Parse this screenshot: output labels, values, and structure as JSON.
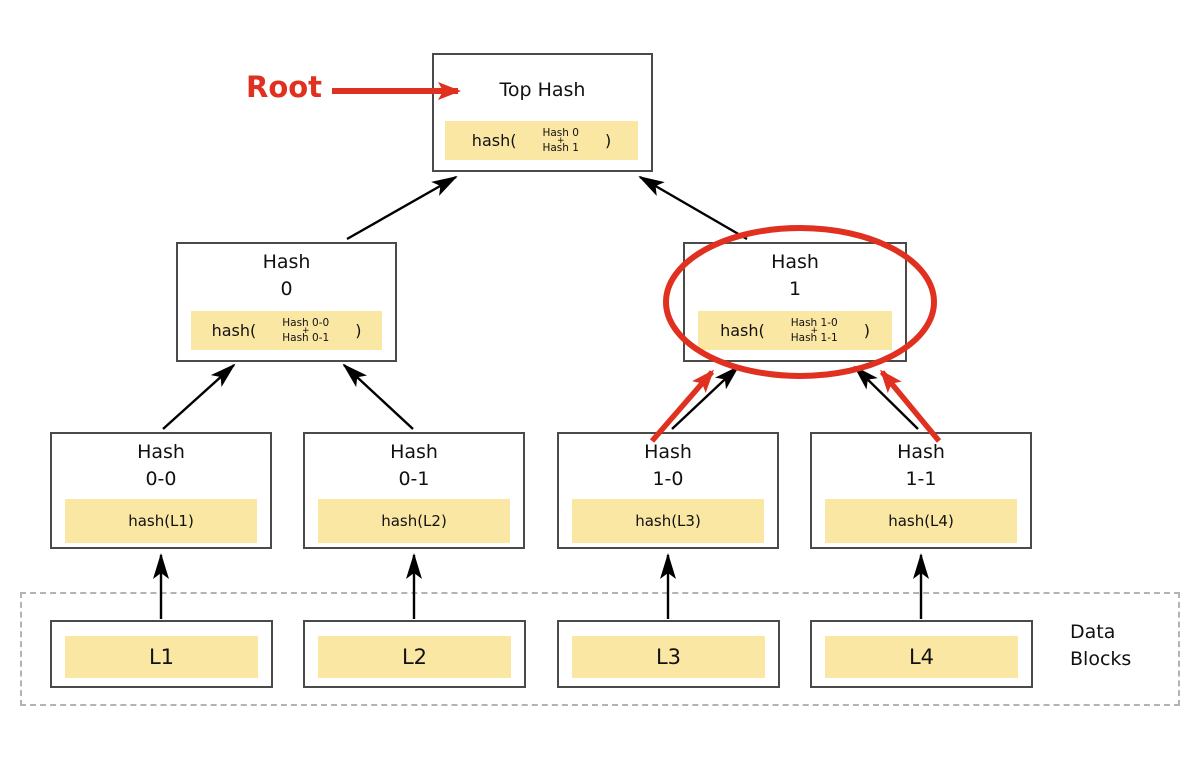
{
  "palette": {
    "accent_red": "#e03020",
    "highlight_yellow": "#fbe7a4",
    "box_border": "#4a4a4a",
    "dashed_border": "#b3b3b3"
  },
  "annotations": {
    "root_label": "Root",
    "data_blocks_label_line1": "Data",
    "data_blocks_label_line2": "Blocks"
  },
  "tree": {
    "top": {
      "title": "Top Hash",
      "fn": "hash(",
      "operand_top": "Hash 0",
      "operator": "+",
      "operand_bottom": "Hash 1",
      "close": ")"
    },
    "internal": [
      {
        "title_line1": "Hash",
        "title_line2": "0",
        "fn": "hash(",
        "operand_top": "Hash 0-0",
        "operator": "+",
        "operand_bottom": "Hash 0-1",
        "close": ")"
      },
      {
        "title_line1": "Hash",
        "title_line2": "1",
        "fn": "hash(",
        "operand_top": "Hash 1-0",
        "operator": "+",
        "operand_bottom": "Hash 1-1",
        "close": ")"
      }
    ],
    "leaves": [
      {
        "title_line1": "Hash",
        "title_line2": "0-0",
        "hash_label": "hash(L1)"
      },
      {
        "title_line1": "Hash",
        "title_line2": "0-1",
        "hash_label": "hash(L2)"
      },
      {
        "title_line1": "Hash",
        "title_line2": "1-0",
        "hash_label": "hash(L3)"
      },
      {
        "title_line1": "Hash",
        "title_line2": "1-1",
        "hash_label": "hash(L4)"
      }
    ],
    "data_blocks": [
      {
        "label": "L1"
      },
      {
        "label": "L2"
      },
      {
        "label": "L3"
      },
      {
        "label": "L4"
      }
    ]
  }
}
